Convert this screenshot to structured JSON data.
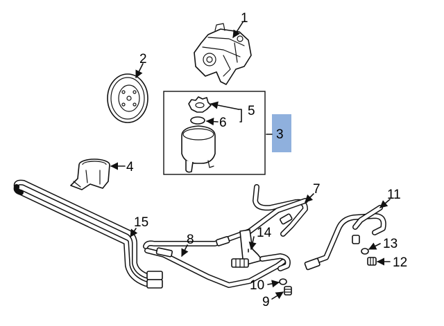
{
  "callouts": {
    "c1": "1",
    "c2": "2",
    "c3": "3",
    "c4": "4",
    "c5": "5",
    "c6": "6",
    "c7": "7",
    "c8": "8",
    "c9": "9",
    "c10": "10",
    "c11": "11",
    "c12": "12",
    "c13": "13",
    "c14": "14",
    "c15": "15"
  },
  "colors": {
    "highlight_fill": "#8fb0dd",
    "line": "#111111",
    "background": "#ffffff"
  },
  "highlighted_callout": "3"
}
